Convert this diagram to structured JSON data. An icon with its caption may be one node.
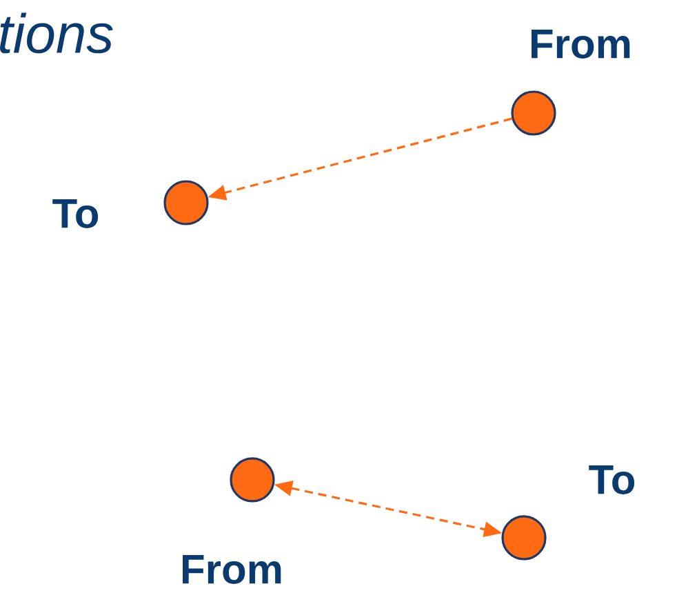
{
  "diagram": {
    "nodes": [
      {
        "text": [],
        "shape": "circle",
        "beside": [
          "From"
        ]
      },
      {
        "text": [],
        "shape": "circle",
        "beside": [
          "To"
        ]
      },
      {
        "text": [],
        "shape": "circle",
        "beside": [
          "From"
        ]
      },
      {
        "text": [],
        "shape": "circle",
        "beside": [
          "To"
        ]
      }
    ],
    "edges": [
      {
        "from": 0,
        "to": 1,
        "arrow": "to",
        "style": "dashed"
      },
      {
        "from": 2,
        "to": 3,
        "arrow": "both",
        "style": "dashed"
      }
    ],
    "labels": [
      "tions"
    ]
  }
}
